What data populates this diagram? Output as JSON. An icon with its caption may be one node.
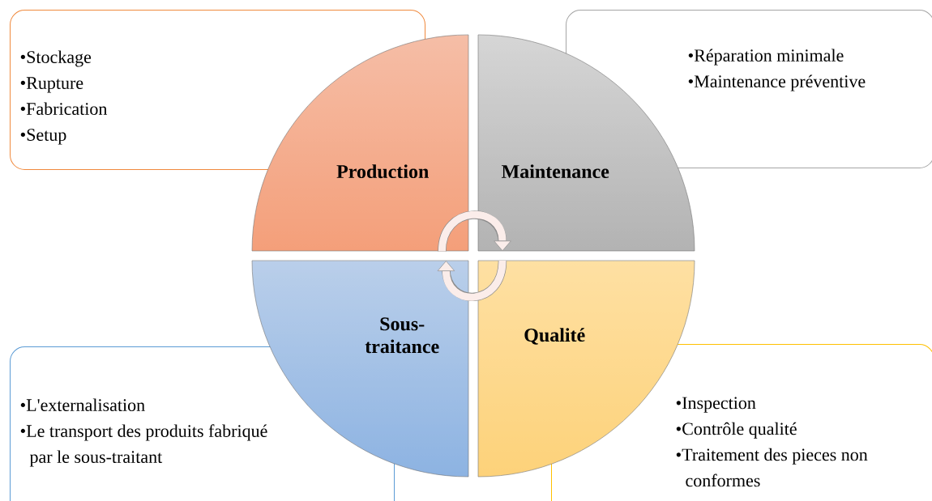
{
  "diagram": {
    "nodes": [
      {
        "text": [
          "Production"
        ]
      },
      {
        "text": [
          "Maintenance"
        ]
      },
      {
        "text": [
          "Sous-traitance"
        ]
      },
      {
        "text": [
          "Qualité"
        ]
      },
      {
        "text": [
          "•Stockage",
          "•Rupture",
          "•Fabrication",
          "•Setup"
        ]
      },
      {
        "text": [
          "•Réparation minimale",
          "•Maintenance préventive"
        ]
      },
      {
        "text": [
          "•L'externalisation",
          "•Le transport des produits fabriqué par le sous-traitant"
        ]
      },
      {
        "text": [
          "•Inspection",
          "•Contrôle qualité",
          "•Traitement des pieces non conformes"
        ]
      }
    ],
    "edges": [
      {
        "from": 0,
        "to": 1,
        "arrow": "to"
      },
      {
        "from": 3,
        "to": 2,
        "arrow": "to"
      }
    ]
  }
}
